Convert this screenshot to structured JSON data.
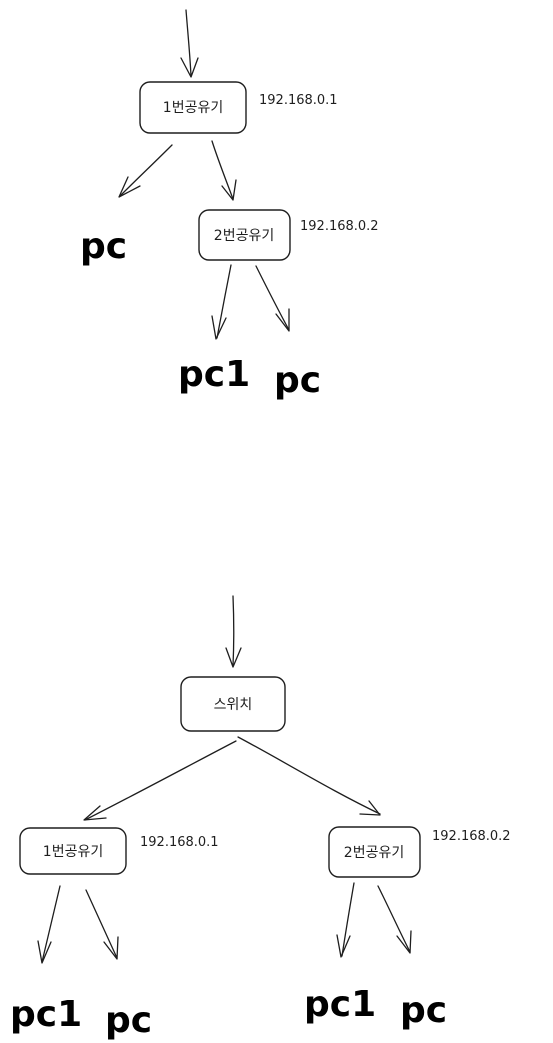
{
  "diagram1": {
    "router1": {
      "label": "1번공유기",
      "ip": "192.168.0.1"
    },
    "router2": {
      "label": "2번공유기",
      "ip": "192.168.0.2"
    },
    "pc_left": "pc",
    "pc1": "pc1",
    "pc_right": "pc"
  },
  "diagram2": {
    "switch": {
      "label": "스위치"
    },
    "router1": {
      "label": "1번공유기",
      "ip": "192.168.0.1"
    },
    "router2": {
      "label": "2번공유기",
      "ip": "192.168.0.2"
    },
    "r1_pc1": "pc1",
    "r1_pc": "pc",
    "r2_pc1": "pc1",
    "r2_pc": "pc"
  }
}
